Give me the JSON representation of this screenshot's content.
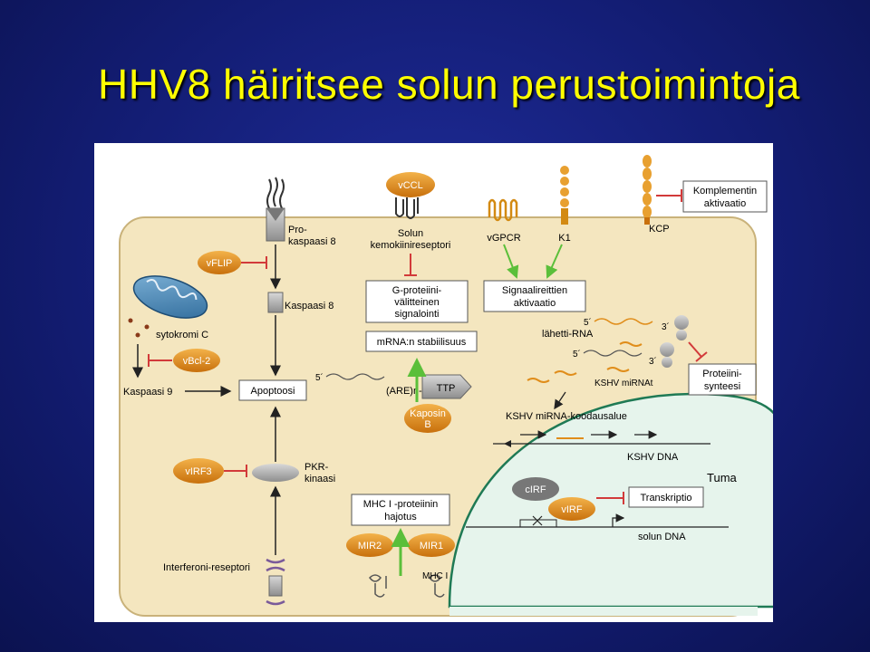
{
  "title": "HHV8 häiritsee solun perustoimintoja",
  "diagram": {
    "vccl": "vCCL",
    "pro_kaspaasi_line1": "Pro-",
    "pro_kaspaasi_line2": "kaspaasi 8",
    "solun_line1": "Solun",
    "solun_line2": "kemokiinireseptori",
    "vgpcr": "vGPCR",
    "k1": "K1",
    "kcp": "KCP",
    "komplementin_line1": "Komplementin",
    "komplementin_line2": "aktivaatio",
    "vflip": "vFLIP",
    "kaspaasi8": "Kaspaasi 8",
    "gprot_line1": "G-proteiini-",
    "gprot_line2": "välitteinen",
    "gprot_line3": "signalointi",
    "signaali_line1": "Signaalireittien",
    "signaali_line2": "aktivaatio",
    "sytokromi": "sytokromi C",
    "mrna_stab": "mRNA:n stabiilisuus",
    "five_prime": "5´",
    "three_prime": "3´",
    "lahetti": "lähetti-RNA",
    "vbcl2": "vBcl-2",
    "kaspaasi9": "Kaspaasi 9",
    "apoptoosi": "Apoptoosi",
    "are": "(ARE)n-3´",
    "ttp": "TTP",
    "kshv_mirnat": "KSHV miRNAt",
    "proteiini_line1": "Proteiini-",
    "proteiini_line2": "synteesi",
    "kaposin_line1": "Kaposin",
    "kaposin_line2": "B",
    "kshv_mirna_alue": "KSHV miRNA-koodausalue",
    "kshv_dna": "KSHV DNA",
    "virf3": "vIRF3",
    "pkr_line1": "PKR-",
    "pkr_line2": "kinaasi",
    "tuma": "Tuma",
    "cirf": "cIRF",
    "virf": "vIRF",
    "transkriptio": "Transkriptio",
    "mhc_line1": "MHC I -proteiinin",
    "mhc_line2": "hajotus",
    "solun_dna": "solun DNA",
    "mir2": "MIR2",
    "mir1": "MIR1",
    "interferoni": "Interferoni-reseptori",
    "mhc1": "MHC I"
  },
  "colors": {
    "title": "#ffff00",
    "cell_fill": "#f4e6bf",
    "cell_stroke": "#c9b27a",
    "nucleus_fill": "#e6f4ec",
    "nucleus_stroke": "#1f7a55",
    "viral_oval": "#e08d1a",
    "box_border": "#555555",
    "inhibit_red": "#d23a3a",
    "activate_green": "#5bbf3a"
  },
  "icons": [
    "mitochondrion-icon",
    "receptor-icon",
    "dna-helix-icon",
    "ribosome-icon",
    "mrna-wave-icon"
  ]
}
